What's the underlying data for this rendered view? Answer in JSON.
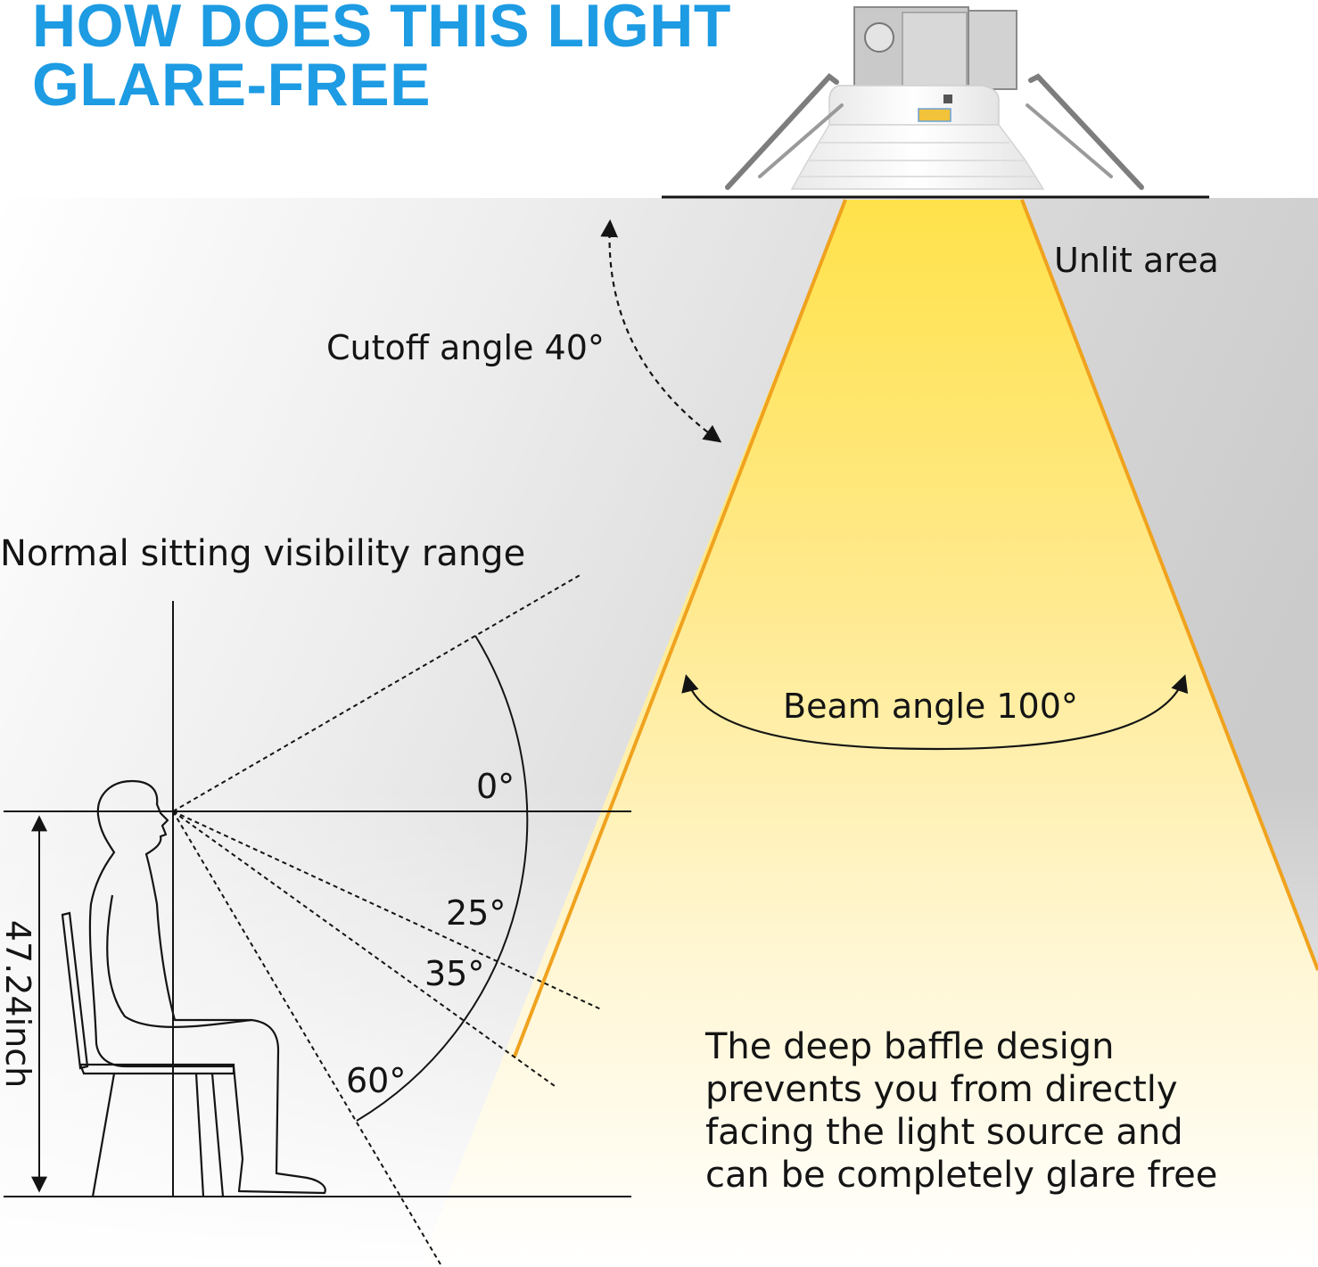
{
  "headline": {
    "line1": "HOW DOES THIS LIGHT",
    "line2": "GLARE-FREE"
  },
  "labels": {
    "unlit_area": "Unlit area",
    "cutoff_angle": "Cutoff angle 40°",
    "sitting_range": "Normal sitting visibility range",
    "beam_angle": "Beam angle 100°",
    "angle_0": "0°",
    "angle_25": "25°",
    "angle_35": "35°",
    "angle_60": "60°",
    "height": "47.24inch"
  },
  "caption": {
    "line1": "The deep baffle design",
    "line2": "prevents you from directly",
    "line3": "facing the light source and",
    "line4": "can be completely glare free"
  },
  "colors": {
    "headline": "#1d9be3",
    "beam_edge": "#f0a21e",
    "beam_core": "#ffe24a",
    "unlit_gray": "#cfcfcf",
    "line": "#141414"
  }
}
